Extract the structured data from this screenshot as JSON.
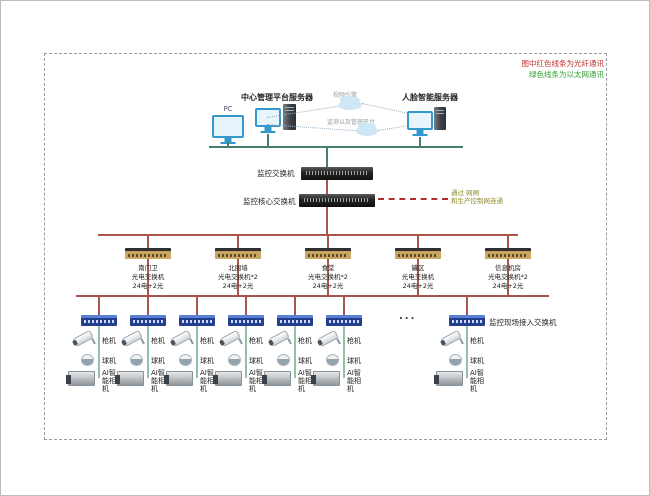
{
  "legend": {
    "line1": "图中红色线条为光纤通讯",
    "line2": "绿色线条为以太网通讯"
  },
  "platform": {
    "pc_label": "PC",
    "center_server_label": "中心管理平台服务器",
    "face_server_label": "人脸智能服务器",
    "cloud_top_label": "视频引擎",
    "cloud_bottom_label": "监测以及管理平台"
  },
  "core": {
    "monitor_switch_label": "监控交换机",
    "core_switch_label": "监控核心交换机",
    "gateway_note_line1": "通过 网闸",
    "gateway_note_line2": "和生产控制网连通"
  },
  "optical_switches": [
    {
      "site": "南门卫",
      "type": "光电交换机",
      "ports": "24电+2光"
    },
    {
      "site": "北围墙",
      "type": "光电交换机*2",
      "ports": "24电+2光"
    },
    {
      "site": "食堂",
      "type": "光电交换机*2",
      "ports": "24电+2光"
    },
    {
      "site": "罐区",
      "type": "光电交换机",
      "ports": "24电+2光"
    },
    {
      "site": "信息机房",
      "type": "光电交换机*2",
      "ports": "24电+2光"
    }
  ],
  "field": {
    "ellipsis": "...",
    "access_switch_label": "监控现场接入交换机",
    "bullet_camera_label": "枪机",
    "dome_camera_label": "球机",
    "ai_camera_label": "AI智能相机"
  },
  "colors": {
    "fiber_line": "#a8564c",
    "ethernet_line": "#477f6d",
    "legend_red": "#c23030",
    "legend_green": "#2f9e2f"
  }
}
